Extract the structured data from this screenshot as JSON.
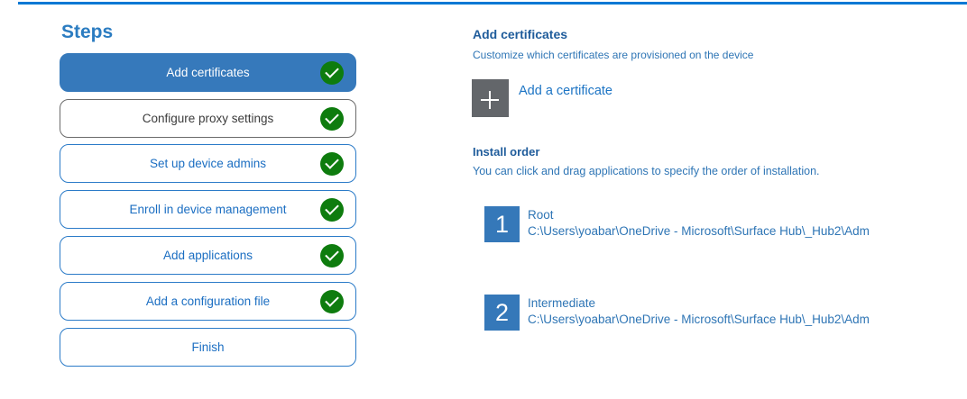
{
  "colors": {
    "accent_rule": "#0078d4",
    "selected_step_bg": "#3679bb",
    "step_border_blue": "#2b7bc8",
    "step_text_blue": "#1b6ec2",
    "neutral_border": "#6b6b6b",
    "check_green": "#0e7c0e",
    "heading_blue": "#1f5c9b",
    "body_blue": "#2e75b5",
    "plus_tile_gray": "#63666a",
    "order_tile_blue": "#3578b9"
  },
  "steps_panel": {
    "title": "Steps",
    "items": [
      {
        "label": "Add certificates",
        "state": "selected",
        "checked": true
      },
      {
        "label": "Configure proxy settings",
        "state": "neutral",
        "checked": true
      },
      {
        "label": "Set up device admins",
        "state": "normal",
        "checked": true
      },
      {
        "label": "Enroll in device management",
        "state": "normal",
        "checked": true
      },
      {
        "label": "Add applications",
        "state": "normal",
        "checked": true
      },
      {
        "label": "Add a configuration file",
        "state": "normal",
        "checked": true
      },
      {
        "label": "Finish",
        "state": "normal",
        "checked": false
      }
    ]
  },
  "content": {
    "title": "Add certificates",
    "subtitle": "Customize which certificates are provisioned on the device",
    "add_button": {
      "icon": "plus-icon",
      "label": "Add a certificate"
    },
    "install_order": {
      "title": "Install order",
      "description": "You can click and drag applications to specify the order of installation.",
      "items": [
        {
          "order": "1",
          "name": "Root",
          "path": "C:\\Users\\yoabar\\OneDrive - Microsoft\\Surface Hub\\_Hub2\\Adm"
        },
        {
          "order": "2",
          "name": "Intermediate",
          "path": "C:\\Users\\yoabar\\OneDrive - Microsoft\\Surface Hub\\_Hub2\\Adm"
        }
      ]
    }
  }
}
